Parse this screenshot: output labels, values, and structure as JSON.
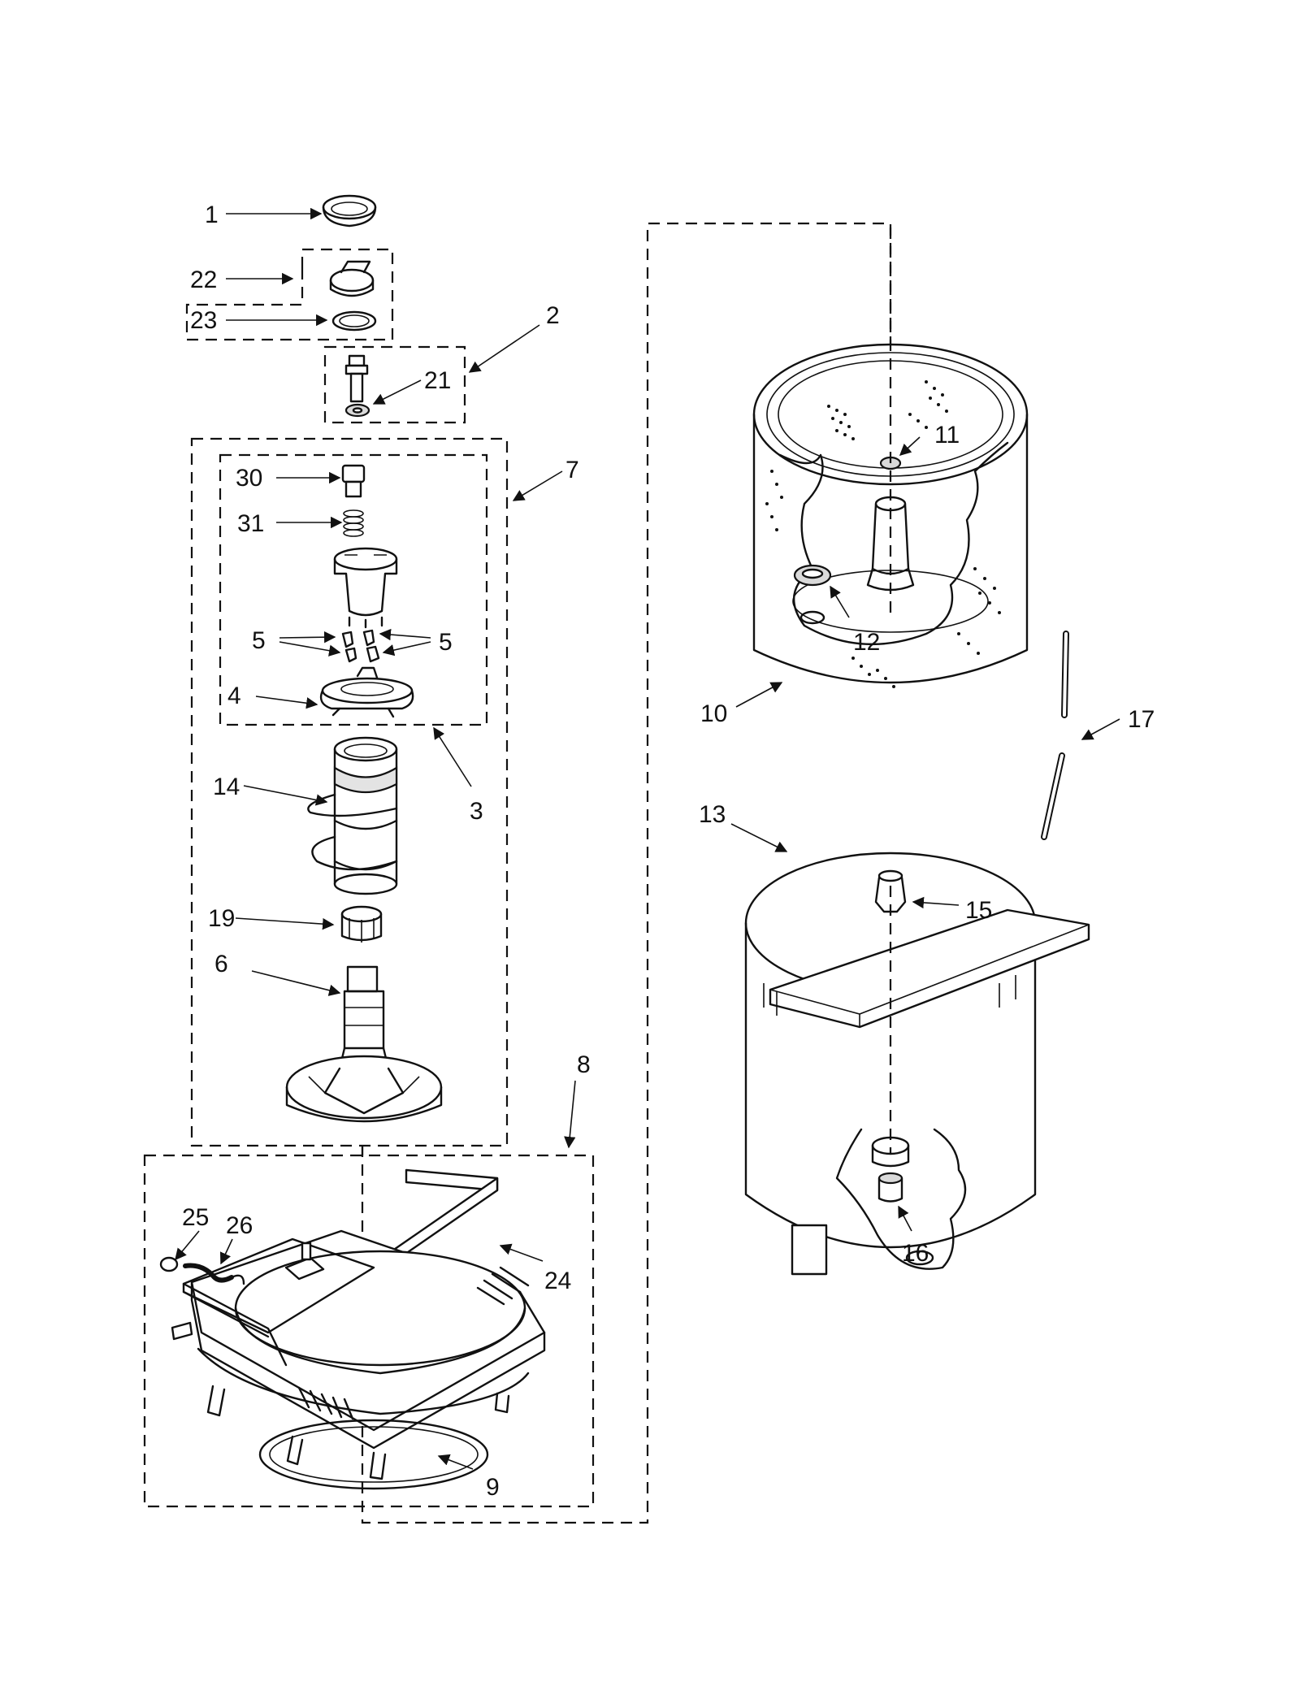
{
  "diagram": {
    "callouts": {
      "c1": "1",
      "c2": "2",
      "c3": "3",
      "c4": "4",
      "c5a": "5",
      "c5b": "5",
      "c6": "6",
      "c7": "7",
      "c8": "8",
      "c9": "9",
      "c10": "10",
      "c11": "11",
      "c12": "12",
      "c13": "13",
      "c14": "14",
      "c15": "15",
      "c16": "16",
      "c17": "17",
      "c19": "19",
      "c21": "21",
      "c22": "22",
      "c23": "23",
      "c24": "24",
      "c25": "25",
      "c26": "26",
      "c30": "30",
      "c31": "31"
    }
  }
}
